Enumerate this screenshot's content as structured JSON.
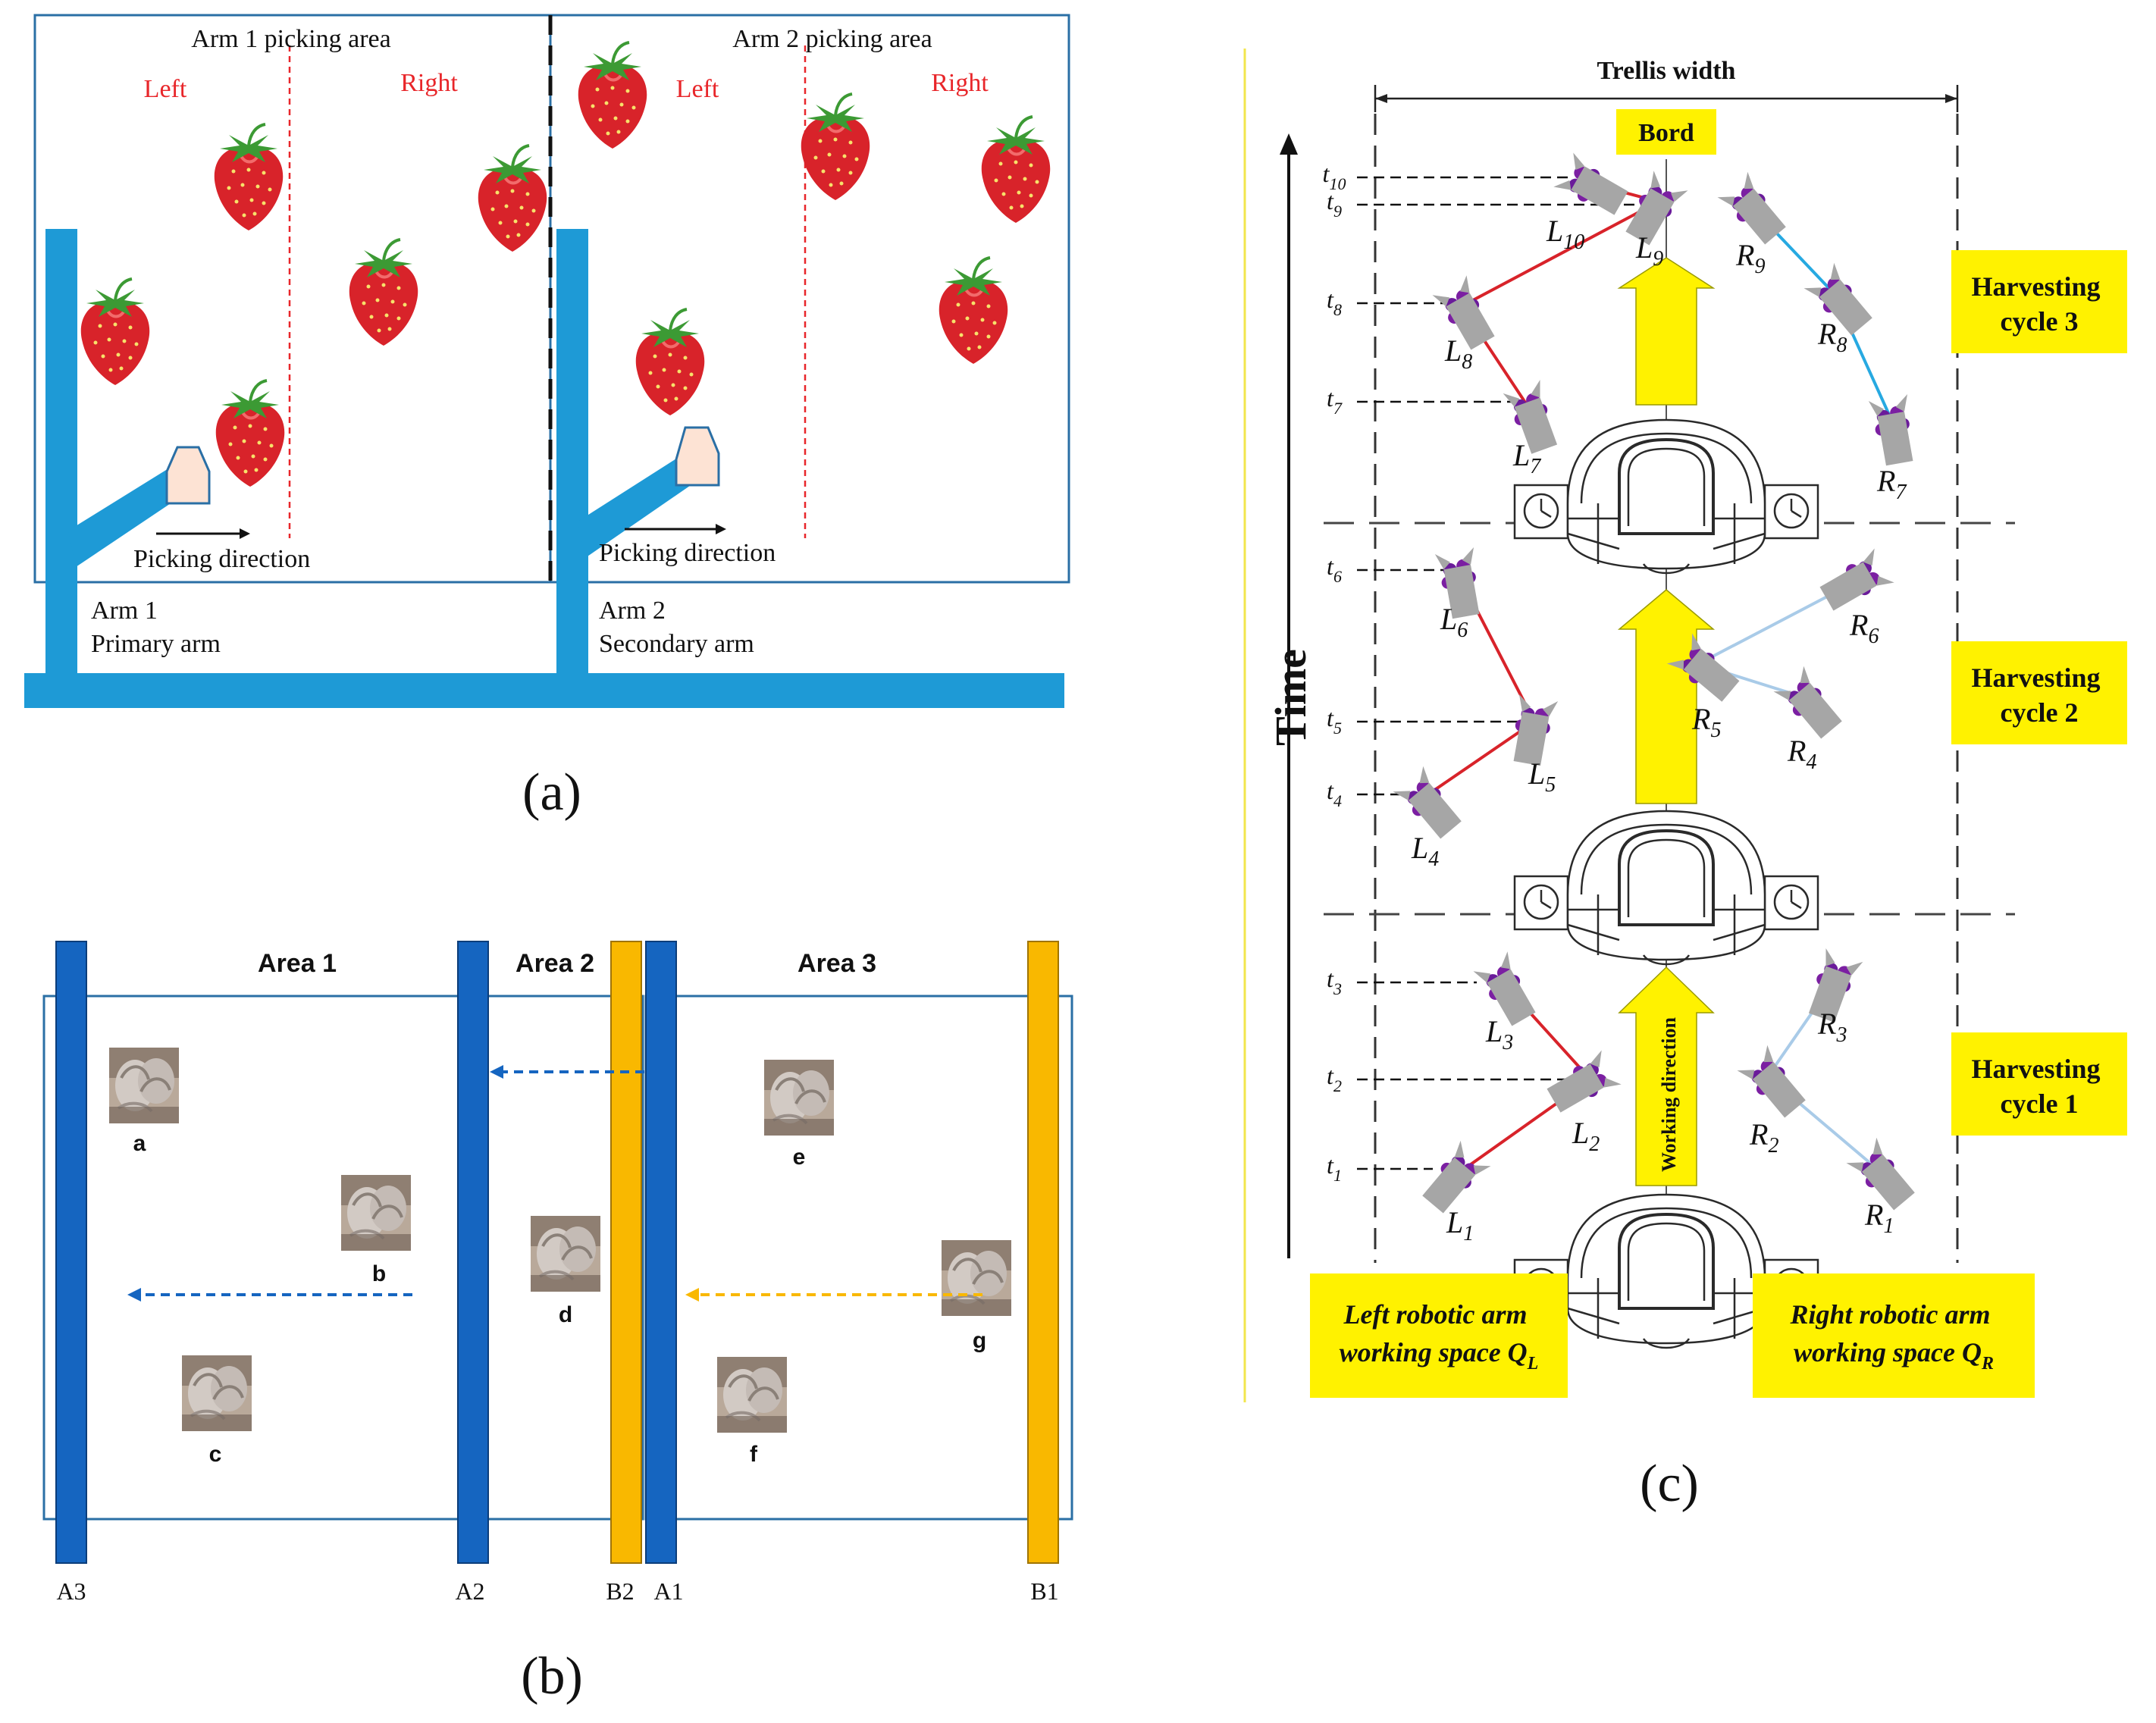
{
  "panel_a": {
    "caption": "(a)",
    "area1_title": "Arm 1 picking area",
    "area2_title": "Arm 2 picking area",
    "left": "Left",
    "right": "Right",
    "picking_direction": "Picking direction",
    "arm1_name": "Arm 1",
    "arm1_role": "Primary arm",
    "arm2_name": "Arm 2",
    "arm2_role": "Secondary arm",
    "colors": {
      "arm": "#1e9ad6",
      "fruit": "#d8232a",
      "leaf": "#3c9a34",
      "gripper": "#fde3d4",
      "divider": "#e8262a"
    }
  },
  "panel_b": {
    "caption": "(b)",
    "areas": [
      "Area 1",
      "Area 2",
      "Area 3"
    ],
    "rails": [
      "A3",
      "A2",
      "B2",
      "A1",
      "B1"
    ],
    "targets": [
      "a",
      "b",
      "c",
      "d",
      "e",
      "f",
      "g"
    ],
    "colors": {
      "arm_a": "#1565c0",
      "arm_b": "#f9b800"
    }
  },
  "panel_c": {
    "caption": "(c)",
    "trellis_width": "Trellis width",
    "bord": "Bord",
    "time": "Time",
    "working_direction": "Working direction",
    "cycles": [
      "Harvesting cycle 3",
      "Harvesting cycle 2",
      "Harvesting cycle 1"
    ],
    "cycle_lines": [
      [
        "Harvesting",
        "cycle 3"
      ],
      [
        "Harvesting",
        "cycle 2"
      ],
      [
        "Harvesting",
        "cycle 1"
      ]
    ],
    "left_space": [
      "Left robotic arm",
      "working space Q"
    ],
    "left_space_sub": "L",
    "right_space": [
      "Right robotic arm",
      "working space Q"
    ],
    "right_space_sub": "R",
    "time_ticks": [
      "10",
      "9",
      "8",
      "7",
      "6",
      "5",
      "4",
      "3",
      "2",
      "1"
    ],
    "left_targets": [
      "10",
      "9",
      "8",
      "7",
      "6",
      "5",
      "4",
      "3",
      "2",
      "1"
    ],
    "right_targets": [
      "9",
      "8",
      "7",
      "6",
      "5",
      "4",
      "3",
      "2",
      "1"
    ],
    "colors": {
      "label_bg": "#fff200",
      "left_path": "#d8232a",
      "right_path_cycle3": "#27a9e1",
      "right_path": "#a9cbe8",
      "fruit": "#6a1b9a",
      "gripper": "#a6a6a6"
    }
  }
}
